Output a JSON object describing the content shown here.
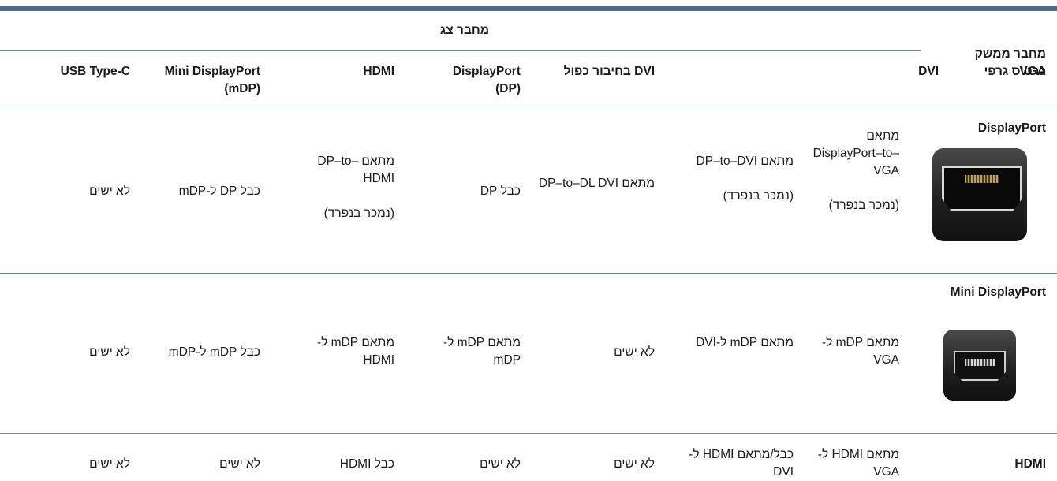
{
  "header": {
    "group_title": "מחבר צג",
    "row_label": "מחבר ממשק כרטיס גרפי",
    "columns": [
      "VGA",
      "DVI",
      "DVI בחיבור כפול",
      "DisplayPort (DP)",
      "HDMI",
      "Mini DisplayPort (mDP)",
      "USB Type-C"
    ]
  },
  "rows": [
    {
      "name": "DisplayPort",
      "icon": "displayport-connector-icon",
      "cells": {
        "vga": "מתאם DisplayPort–to–VGA",
        "vga_note": "(נמכר בנפרד)",
        "dvi": "מתאם DP–to–DVI",
        "dvi_note": "(נמכר בנפרד)",
        "dvi_dl": "מתאם DP–to–DL DVI",
        "dp": "כבל DP",
        "hdmi": "מתאם DP–to–HDMI",
        "hdmi_note": "(נמכר בנפרד)",
        "mdp": "כבל DP ל-mDP",
        "usbc": "לא ישים"
      }
    },
    {
      "name": "Mini DisplayPort",
      "icon": "mini-displayport-connector-icon",
      "cells": {
        "vga": "מתאם mDP ל-VGA",
        "dvi": "מתאם mDP ל-DVI",
        "dvi_dl": "לא ישים",
        "dp": "מתאם mDP ל-mDP",
        "hdmi": "מתאם mDP ל-HDMI",
        "mdp": "כבל mDP ל-mDP",
        "usbc": "לא ישים"
      }
    },
    {
      "name": "HDMI",
      "cells": {
        "vga": "מתאם HDMI ל-VGA",
        "dvi": "כבל/מתאם HDMI ל-DVI",
        "dvi_dl": "לא ישים",
        "dp": "לא ישים",
        "hdmi": "כבל HDMI",
        "mdp": "לא ישים",
        "usbc": "לא ישים"
      }
    }
  ],
  "colors": {
    "rule": "#4f6a91",
    "text": "#1a1a1a"
  }
}
